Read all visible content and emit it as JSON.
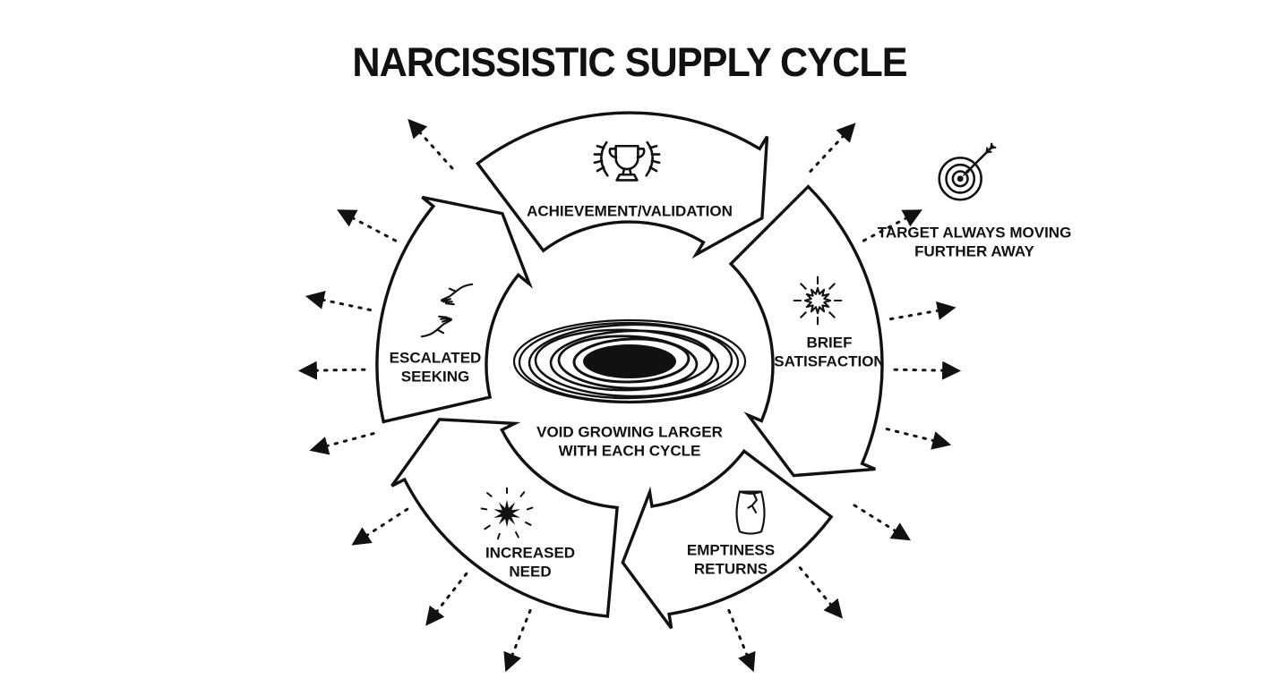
{
  "title": "NARCISSISTIC SUPPLY CYCLE",
  "colors": {
    "ink": "#111111",
    "background": "#ffffff"
  },
  "stages": [
    {
      "name": "achievement-validation",
      "icon": "trophy-laurel-icon",
      "lines": [
        "ACHIEVEMENT/VALIDATION"
      ]
    },
    {
      "name": "brief-satisfaction",
      "icon": "sunburst-icon",
      "lines": [
        "BRIEF",
        "SATISFACTION"
      ]
    },
    {
      "name": "emptiness-returns",
      "icon": "cracked-vessel-icon",
      "lines": [
        "EMPTINESS",
        "RETURNS"
      ]
    },
    {
      "name": "increased-need",
      "icon": "dark-burst-icon",
      "lines": [
        "INCREASED",
        "NEED"
      ]
    },
    {
      "name": "escalated-seeking",
      "icon": "reaching-hands-icon",
      "lines": [
        "ESCALATED",
        "SEEKING"
      ]
    }
  ],
  "center": {
    "icon": "spiral-void-icon",
    "lines": [
      "VOID GROWING LARGER",
      "WITH EACH CYCLE"
    ]
  },
  "annotation": {
    "icon": "target-arrow-icon",
    "lines": [
      "TARGET ALWAYS MOVING",
      "FURTHER AWAY"
    ]
  }
}
